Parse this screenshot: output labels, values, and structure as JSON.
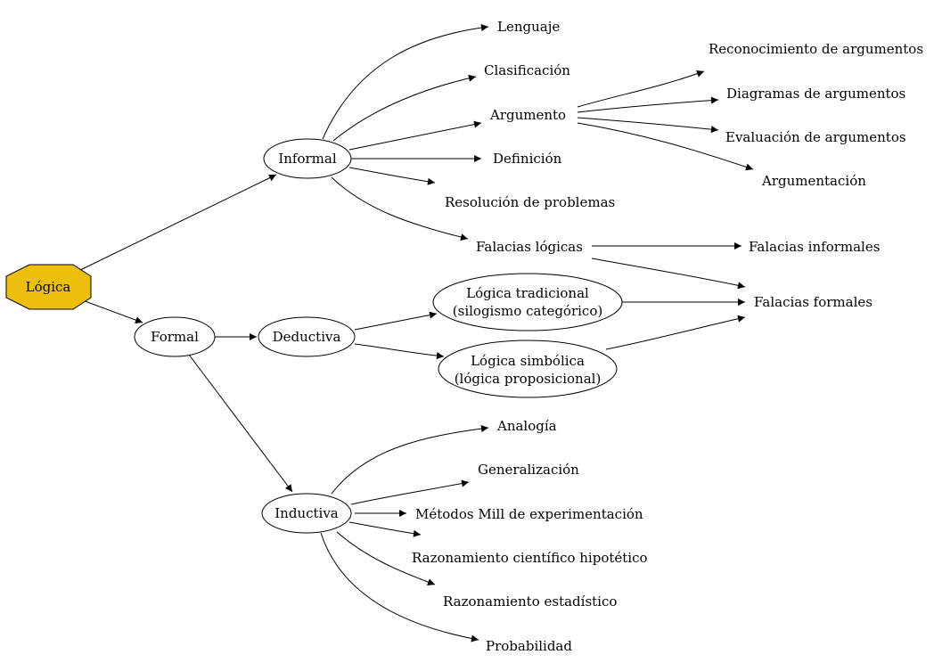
{
  "colors": {
    "root_fill": "#ebbf0b",
    "root_stroke": "#d4a900",
    "node_fill": "#ffffff",
    "line": "#000000"
  },
  "nodes": {
    "logica": "Lógica",
    "informal": "Informal",
    "formal": "Formal",
    "deductiva": "Deductiva",
    "inductiva": "Inductiva",
    "lenguaje": "Lenguaje",
    "clasificacion": "Clasificación",
    "argumento": "Argumento",
    "definicion": "Definición",
    "resolucion": "Resolución de problemas",
    "falacias_logicas": "Falacias lógicas",
    "reconocimiento": "Reconocimiento de argumentos",
    "diagramas": "Diagramas de argumentos",
    "evaluacion": "Evaluación de argumentos",
    "argumentacion": "Argumentación",
    "falacias_informales": "Falacias informales",
    "falacias_formales": "Falacias formales",
    "logica_tradicional_1": "Lógica tradicional",
    "logica_tradicional_2": "(silogismo categórico)",
    "logica_simbolica_1": "Lógica simbólica",
    "logica_simbolica_2": "(lógica proposicional)",
    "analogia": "Analogía",
    "generalizacion": "Generalización",
    "metodos_mill": "Métodos Mill de experimentación",
    "razonamiento_cientifico": "Razonamiento científico hipotético",
    "razonamiento_estadistico": "Razonamiento estadístico",
    "probabilidad": "Probabilidad"
  }
}
